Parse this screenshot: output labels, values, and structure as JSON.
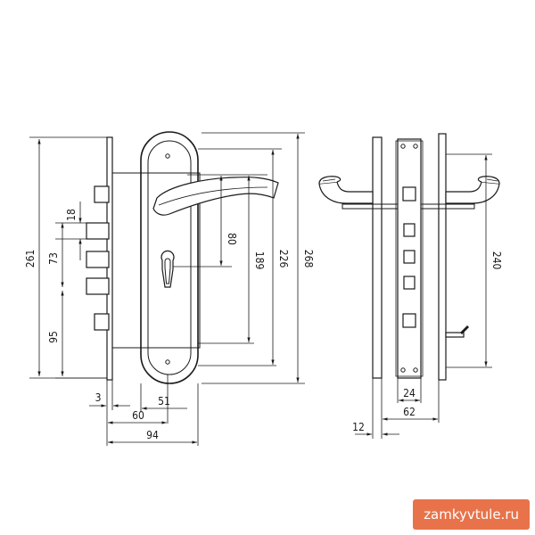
{
  "dimensions": {
    "front_total_height": "261",
    "bolt_pitch": "73",
    "bolt_height": "18",
    "lower_to_bolt": "95",
    "handle_to_cylinder": "80",
    "cylinder_to_lower": "189",
    "plate_span": "226",
    "overall_height": "268",
    "plate_thickness": "3",
    "handle_offset": "51",
    "backset": "60",
    "overall_depth": "94",
    "side_handle_span": "240",
    "faceplate_width": "24",
    "side_total_width": "62",
    "side_offset": "12"
  },
  "watermark": "zamkyvtule.ru"
}
